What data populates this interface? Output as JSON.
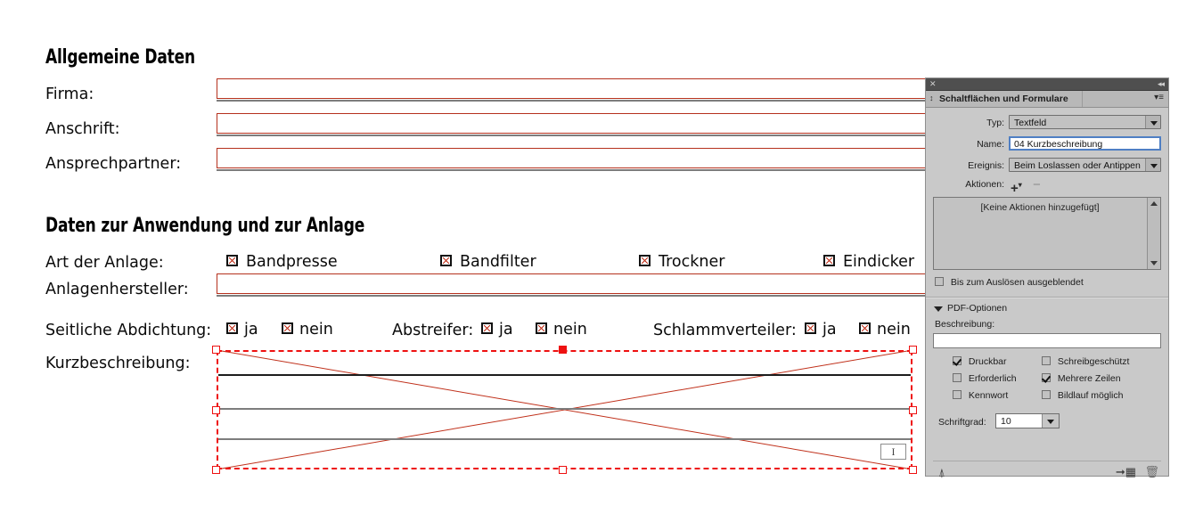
{
  "document": {
    "sections": [
      {
        "title": "Allgemeine Daten"
      },
      {
        "title": "Daten zur Anwendung und zur Anlage"
      }
    ],
    "labels": {
      "firma": "Firma:",
      "anschrift": "Anschrift:",
      "ansprechpartner": "Ansprechpartner:",
      "art_der_anlage": "Art der Anlage:",
      "anlagenhersteller": "Anlagenhersteller:",
      "seitliche_abdichtung": "Seitliche Abdichtung:",
      "abstreifer": "Abstreifer:",
      "schlammverteiler": "Schlammverteiler:",
      "kurzbeschreibung": "Kurzbeschreibung:"
    },
    "anlage_options": [
      "Bandpresse",
      "Bandfilter",
      "Trockner",
      "Eindicker"
    ],
    "yesno": {
      "ja": "ja",
      "nein": "nein"
    },
    "field_outline_color": "#b5311d",
    "selection_color": "#ee1111"
  },
  "panel": {
    "title": "Schaltflächen und Formulare",
    "close_icon": "close-icon",
    "collapse_icon": "collapse-panel-icon",
    "menu_icon": "panel-menu-icon",
    "dock_icon": "panel-dock-icon",
    "fields": {
      "typ_label": "Typ:",
      "typ_value": "Textfeld",
      "name_label": "Name:",
      "name_value": "04 Kurzbeschreibung",
      "ereignis_label": "Ereignis:",
      "ereignis_value": "Beim Loslassen oder Antippen",
      "aktionen_label": "Aktionen:"
    },
    "add_action_icon": "plus-icon",
    "remove_action_icon": "minus-icon",
    "actions_list_empty": "[Keine Aktionen hinzugefügt]",
    "scroll_up_icon": "scroll-up-arrow-icon",
    "scroll_down_icon": "scroll-down-arrow-icon",
    "hidden_until_triggered": {
      "label": "Bis zum Auslösen ausgeblendet",
      "checked": false
    },
    "pdf_options": {
      "section_label": "PDF-Optionen",
      "disclosure_icon": "disclosure-triangle-open-icon",
      "beschreibung_label": "Beschreibung:",
      "beschreibung_value": "",
      "checkboxes": [
        {
          "label": "Druckbar",
          "checked": true
        },
        {
          "label": "Schreibgeschützt",
          "checked": false
        },
        {
          "label": "Erforderlich",
          "checked": false
        },
        {
          "label": "Mehrere Zeilen",
          "checked": true
        },
        {
          "label": "Kennwort",
          "checked": false
        },
        {
          "label": "Bildlauf möglich",
          "checked": false
        }
      ],
      "schriftgrad_label": "Schriftgrad:",
      "schriftgrad_value": "10"
    },
    "footer": {
      "preview_icon": "preview-spread-icon",
      "convert_icon": "convert-to-object-icon",
      "delete_icon": "trash-icon"
    },
    "colors": {
      "panel_bg": "#c9c9c9",
      "header_bg": "#b8b8b8",
      "tabbar_bg": "#4f4f4f",
      "focus_border": "#4f7fc4"
    }
  }
}
